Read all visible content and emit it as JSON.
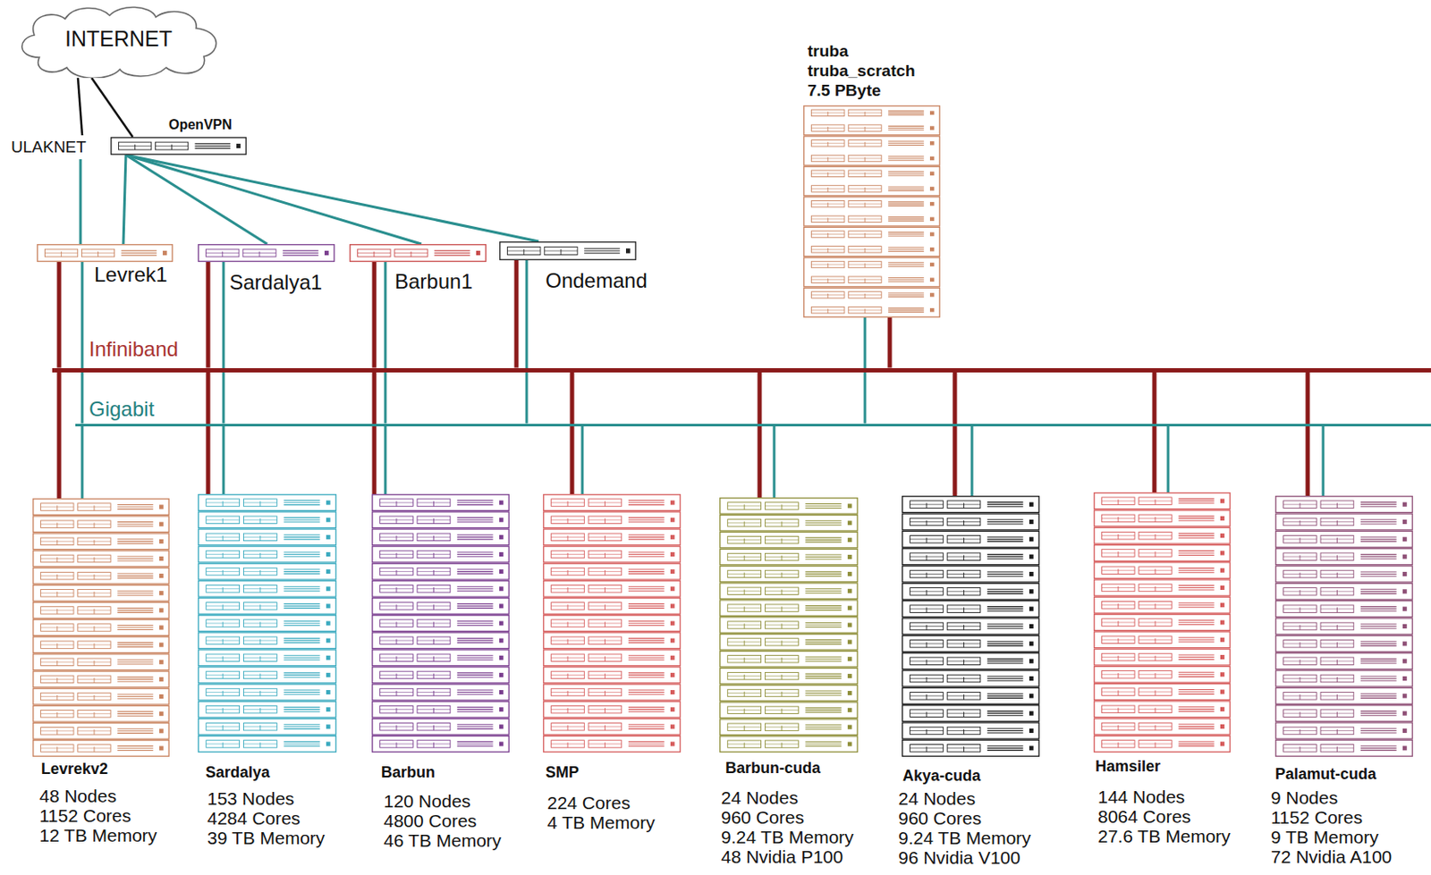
{
  "diagram": {
    "nodes": [
      {
        "text": [
          "INTERNET"
        ]
      },
      {
        "text": [
          "ULAKNET"
        ]
      },
      {
        "text": [
          "OpenVPN"
        ]
      },
      {
        "text": [
          "truba",
          "truba_scratch",
          "7.5 PByte"
        ]
      },
      {
        "text": [
          "Levrek1"
        ]
      },
      {
        "text": [
          "Sardalya1"
        ]
      },
      {
        "text": [
          "Barbun1"
        ]
      },
      {
        "text": [
          "Ondemand"
        ]
      },
      {
        "text": [
          "Infiniband"
        ]
      },
      {
        "text": [
          "Gigabit"
        ]
      },
      {
        "text": [
          "Levrekv2",
          "48 Nodes",
          "1152 Cores",
          "12 TB Memory"
        ]
      },
      {
        "text": [
          "Sardalya",
          "153 Nodes",
          "4284 Cores",
          "39 TB Memory"
        ]
      },
      {
        "text": [
          "Barbun",
          "120 Nodes",
          "4800 Cores",
          "46 TB Memory"
        ]
      },
      {
        "text": [
          "SMP",
          "224 Cores",
          "4 TB Memory"
        ]
      },
      {
        "text": [
          "Barbun-cuda",
          "24 Nodes",
          "960 Cores",
          "9.24 TB Memory",
          "48 Nvidia P100"
        ]
      },
      {
        "text": [
          "Akya-cuda",
          "24 Nodes",
          "960 Cores",
          "9.24 TB Memory",
          "96 Nvidia V100"
        ]
      },
      {
        "text": [
          "Hamsiler",
          "144 Nodes",
          "8064 Cores",
          "27.6 TB Memory"
        ]
      },
      {
        "text": [
          "Palamut-cuda",
          "9 Nodes",
          "1152 Cores",
          "9 TB Memory",
          "72 Nvidia A100"
        ]
      }
    ],
    "edges": [
      {
        "from": 0,
        "to": 1,
        "arrow": "none"
      },
      {
        "from": 0,
        "to": 2,
        "arrow": "none"
      },
      {
        "from": 1,
        "to": 4,
        "arrow": "none"
      },
      {
        "from": 2,
        "to": 4,
        "arrow": "none"
      },
      {
        "from": 2,
        "to": 5,
        "arrow": "none"
      },
      {
        "from": 2,
        "to": 6,
        "arrow": "none"
      },
      {
        "from": 2,
        "to": 7,
        "arrow": "none"
      },
      {
        "from": 4,
        "to": 8,
        "arrow": "none"
      },
      {
        "from": 4,
        "to": 9,
        "arrow": "none"
      },
      {
        "from": 5,
        "to": 8,
        "arrow": "none"
      },
      {
        "from": 5,
        "to": 9,
        "arrow": "none"
      },
      {
        "from": 6,
        "to": 8,
        "arrow": "none"
      },
      {
        "from": 6,
        "to": 9,
        "arrow": "none"
      },
      {
        "from": 7,
        "to": 8,
        "arrow": "none"
      },
      {
        "from": 7,
        "to": 9,
        "arrow": "none"
      },
      {
        "from": 3,
        "to": 8,
        "arrow": "none"
      },
      {
        "from": 3,
        "to": 9,
        "arrow": "none"
      },
      {
        "from": 8,
        "to": 10,
        "arrow": "none"
      },
      {
        "from": 8,
        "to": 11,
        "arrow": "none"
      },
      {
        "from": 8,
        "to": 12,
        "arrow": "none"
      },
      {
        "from": 8,
        "to": 13,
        "arrow": "none"
      },
      {
        "from": 8,
        "to": 14,
        "arrow": "none"
      },
      {
        "from": 8,
        "to": 15,
        "arrow": "none"
      },
      {
        "from": 8,
        "to": 16,
        "arrow": "none"
      },
      {
        "from": 8,
        "to": 17,
        "arrow": "none"
      },
      {
        "from": 9,
        "to": 10,
        "arrow": "none"
      },
      {
        "from": 9,
        "to": 11,
        "arrow": "none"
      },
      {
        "from": 9,
        "to": 12,
        "arrow": "none"
      },
      {
        "from": 9,
        "to": 13,
        "arrow": "none"
      },
      {
        "from": 9,
        "to": 14,
        "arrow": "none"
      },
      {
        "from": 9,
        "to": 15,
        "arrow": "none"
      },
      {
        "from": 9,
        "to": 16,
        "arrow": "none"
      },
      {
        "from": 9,
        "to": 17,
        "arrow": "none"
      }
    ]
  }
}
